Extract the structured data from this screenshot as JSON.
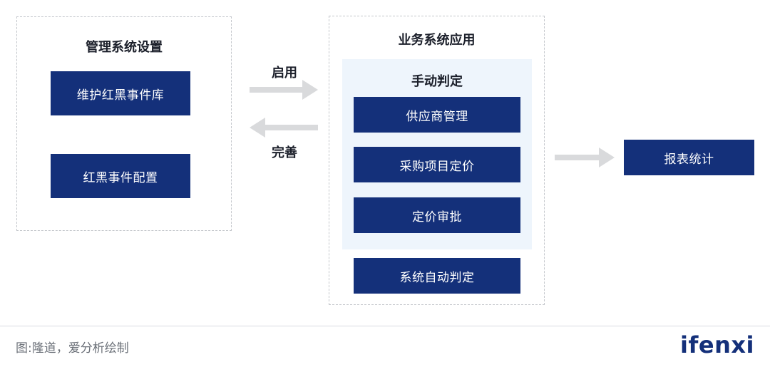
{
  "left_panel": {
    "title": "管理系统设置",
    "items": [
      "维护红黑事件库",
      "红黑事件配置"
    ]
  },
  "flow": {
    "forward_label": "启用",
    "backward_label": "完善"
  },
  "middle_panel": {
    "title": "业务系统应用",
    "manual_group": {
      "title": "手动判定",
      "items": [
        "供应商管理",
        "采购项目定价",
        "定价审批"
      ]
    },
    "auto_item": "系统自动判定"
  },
  "right_box": {
    "label": "报表统计"
  },
  "caption": "图:隆道，爱分析绘制",
  "logo_text": "ifenxi",
  "colors": {
    "box_fill": "#14307a",
    "sub_panel_fill": "#eef5fc",
    "arrow": "#d9dadc",
    "border_dashed": "#c4c7cc"
  }
}
